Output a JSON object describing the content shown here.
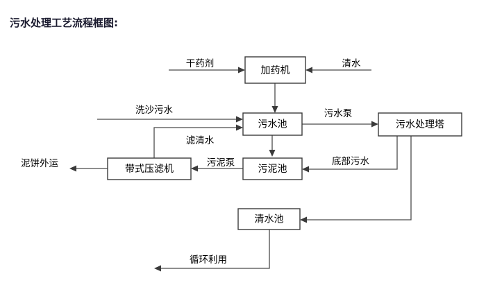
{
  "page": {
    "title": "污水处理工艺流程框图:",
    "background": "#ffffff",
    "title_color": "#1a1a2e",
    "line_color": "#4a4a4a",
    "box_stroke": "#3b3b3b"
  },
  "nodes": {
    "dosing_machine": "加药机",
    "wastewater_pool": "污水池",
    "treatment_tower": "污水处理塔",
    "belt_filter_press": "带式压滤机",
    "sludge_pool": "污泥池",
    "clean_water_pool": "清水池"
  },
  "edges": {
    "dry_reagent": "干药剂",
    "clean_water_in": "清水",
    "sand_wash_wastewater": "洗沙污水",
    "filtered_clear_water": "滤清水",
    "wastewater_pump": "污水泵",
    "sludge_pump": "污泥泵",
    "bottom_wastewater": "底部污水",
    "mud_cake_out": "泥饼外运",
    "recycle_reuse": "循环利用"
  }
}
